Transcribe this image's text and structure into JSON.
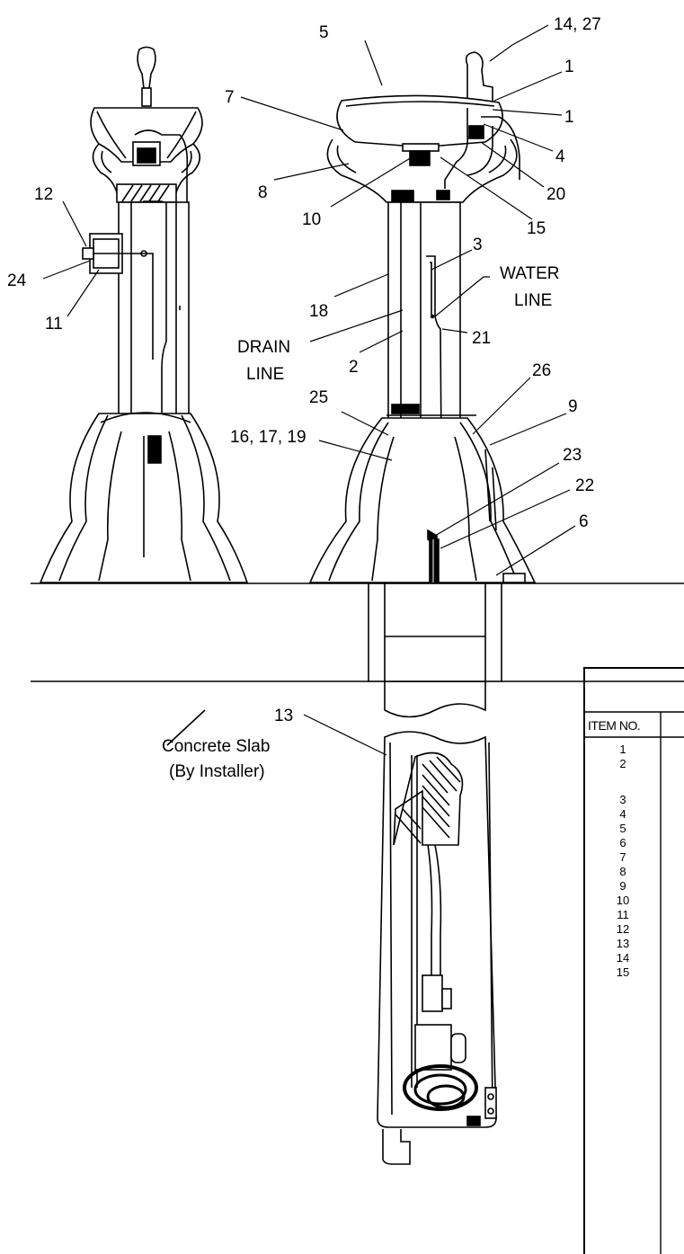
{
  "callouts": {
    "c14_27": "14, 27",
    "c5": "5",
    "c1a": "1",
    "c1b": "1",
    "c7": "7",
    "c4": "4",
    "c8": "8",
    "c20": "20",
    "c10": "10",
    "c15": "15",
    "c12": "12",
    "c3": "3",
    "c24": "24",
    "c18": "18",
    "c11": "11",
    "c21": "21",
    "c2": "2",
    "c26": "26",
    "c25": "25",
    "c9": "9",
    "c16_17_19": "16, 17, 19",
    "c23": "23",
    "c22": "22",
    "c6": "6",
    "c13": "13"
  },
  "lines": {
    "water_1": "WATER",
    "water_2": "LINE",
    "drain_1": "DRAIN",
    "drain_2": "LINE"
  },
  "slab": {
    "line1": "Concrete Slab",
    "line2": "(By Installer)"
  },
  "parts_table": {
    "header": "ITEM NO.",
    "item_numbers": [
      "1",
      "2",
      "3",
      "4",
      "5",
      "6",
      "7",
      "8",
      "9",
      "10",
      "11",
      "12",
      "13",
      "14",
      "15"
    ]
  }
}
